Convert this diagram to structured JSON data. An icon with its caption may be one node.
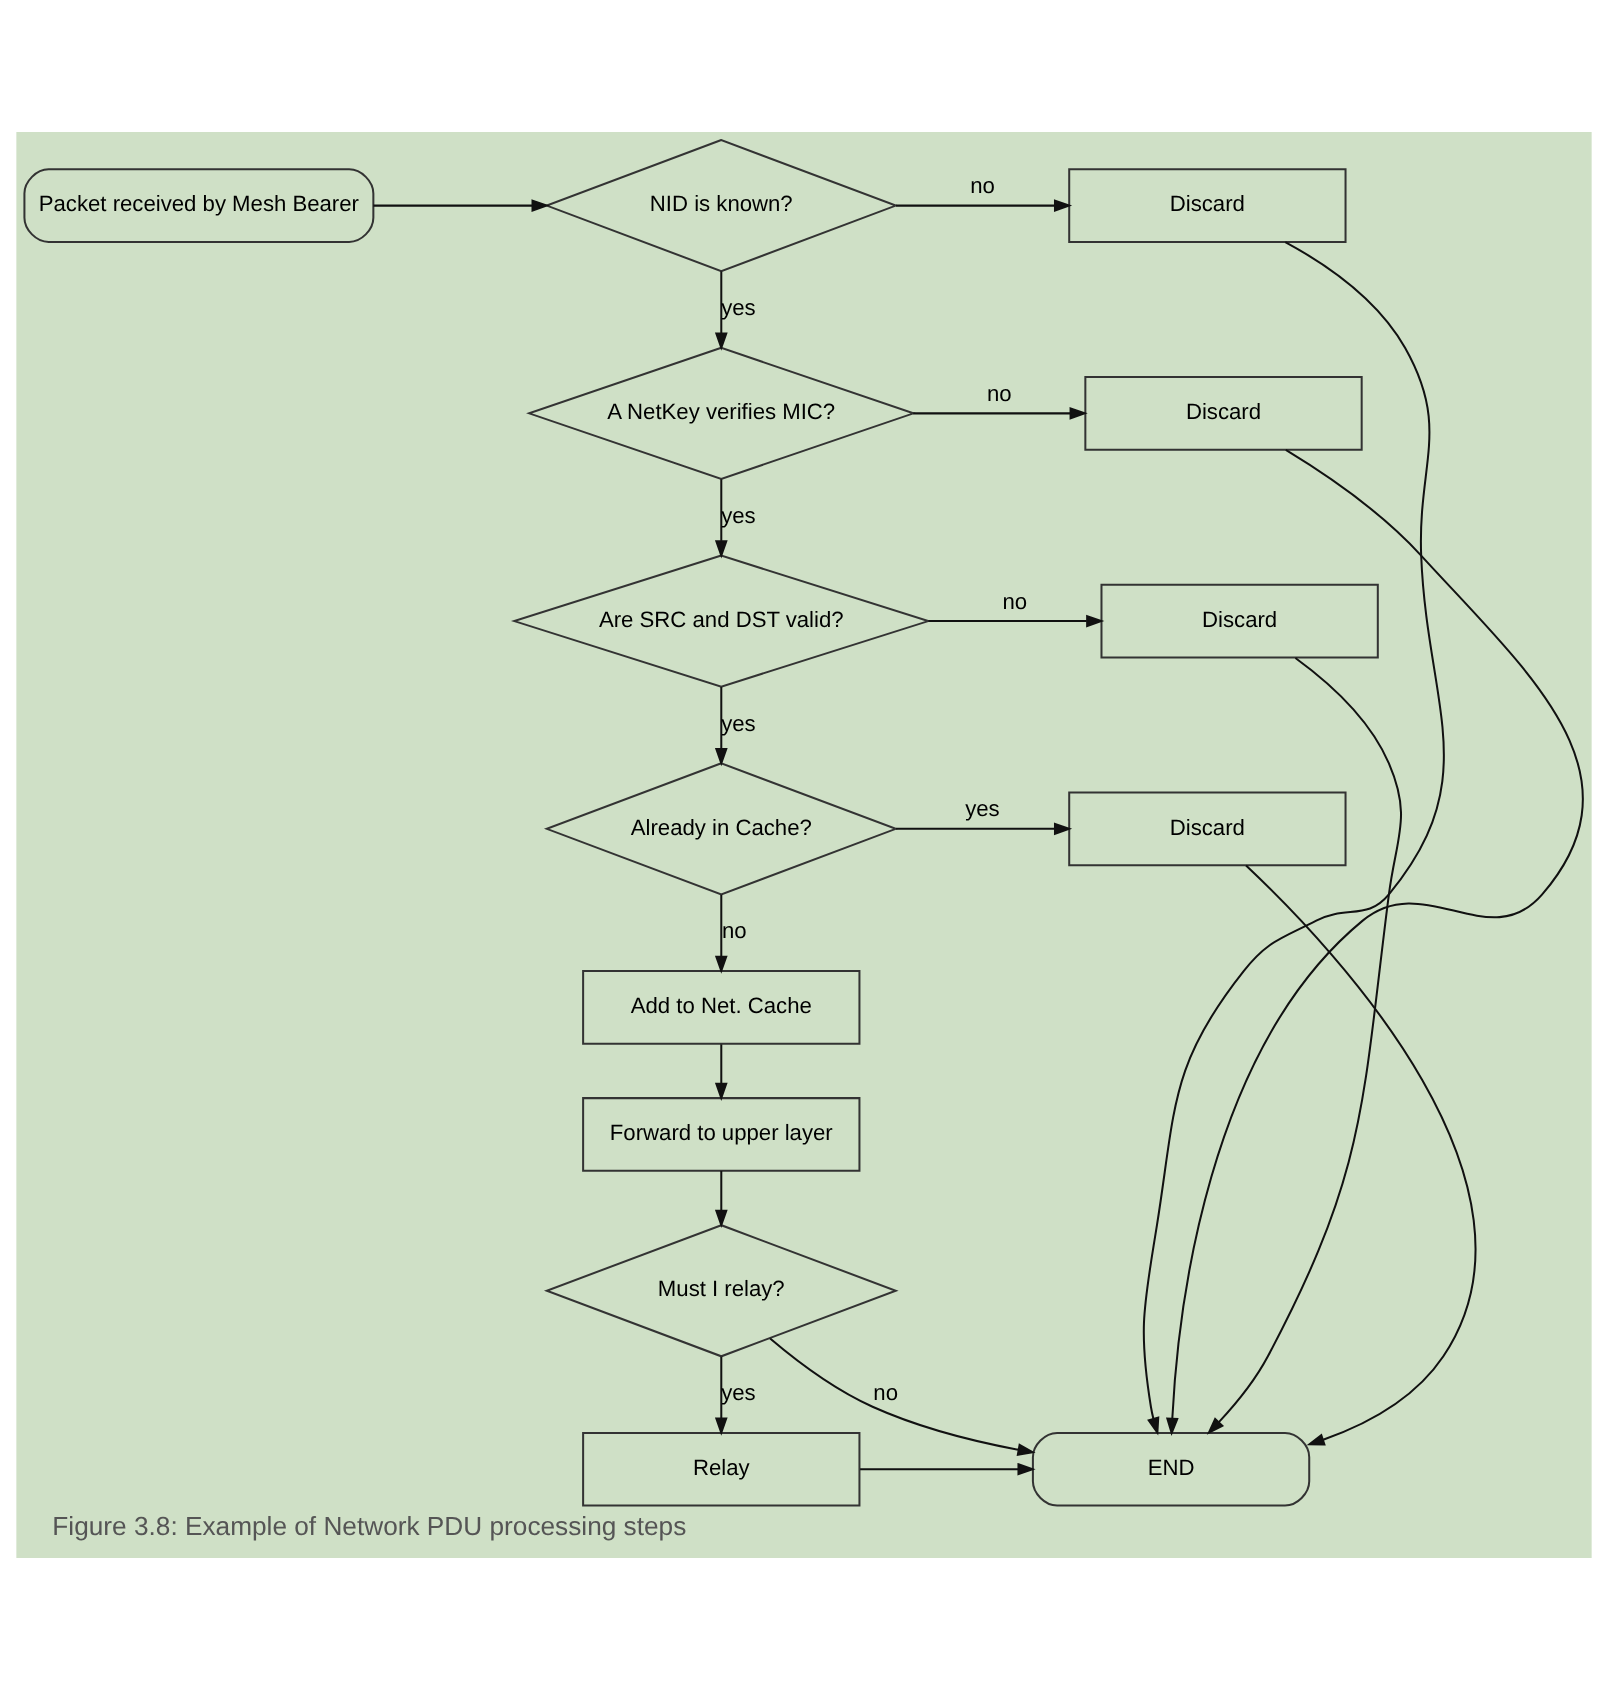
{
  "diagram": {
    "caption": "Figure 3.8: Example of Network PDU processing steps",
    "nodes": [
      {
        "text": [
          "Packet received by Mesh Bearer"
        ]
      },
      {
        "text": [
          "NID is known?"
        ]
      },
      {
        "text": [
          "Discard"
        ]
      },
      {
        "text": [
          "A NetKey verifies MIC?"
        ]
      },
      {
        "text": [
          "Discard"
        ]
      },
      {
        "text": [
          "Are SRC and DST valid?"
        ]
      },
      {
        "text": [
          "Discard"
        ]
      },
      {
        "text": [
          "Already in Cache?"
        ]
      },
      {
        "text": [
          "Discard"
        ]
      },
      {
        "text": [
          "Add to Net. Cache"
        ]
      },
      {
        "text": [
          "Forward to upper layer"
        ]
      },
      {
        "text": [
          "Must I relay?"
        ]
      },
      {
        "text": [
          "Relay"
        ]
      },
      {
        "text": [
          "END"
        ]
      }
    ],
    "edges": [
      {
        "from": 0,
        "to": 1,
        "arrow": "to"
      },
      {
        "from": 1,
        "to": 2,
        "arrow": "to",
        "label": "no"
      },
      {
        "from": 1,
        "to": 3,
        "arrow": "to",
        "label": "yes"
      },
      {
        "from": 3,
        "to": 4,
        "arrow": "to",
        "label": "no"
      },
      {
        "from": 3,
        "to": 5,
        "arrow": "to",
        "label": "yes"
      },
      {
        "from": 5,
        "to": 6,
        "arrow": "to",
        "label": "no"
      },
      {
        "from": 5,
        "to": 7,
        "arrow": "to",
        "label": "yes"
      },
      {
        "from": 7,
        "to": 8,
        "arrow": "to",
        "label": "yes"
      },
      {
        "from": 7,
        "to": 9,
        "arrow": "to",
        "label": "no"
      },
      {
        "from": 9,
        "to": 10,
        "arrow": "to"
      },
      {
        "from": 10,
        "to": 11,
        "arrow": "to"
      },
      {
        "from": 11,
        "to": 13,
        "arrow": "to",
        "label": "no"
      },
      {
        "from": 11,
        "to": 12,
        "arrow": "to",
        "label": "yes"
      },
      {
        "from": 12,
        "to": 13,
        "arrow": "to"
      },
      {
        "from": 2,
        "to": 13,
        "arrow": "to"
      },
      {
        "from": 4,
        "to": 13,
        "arrow": "to"
      },
      {
        "from": 6,
        "to": 13,
        "arrow": "to"
      },
      {
        "from": 8,
        "to": 13,
        "arrow": "to"
      }
    ]
  }
}
